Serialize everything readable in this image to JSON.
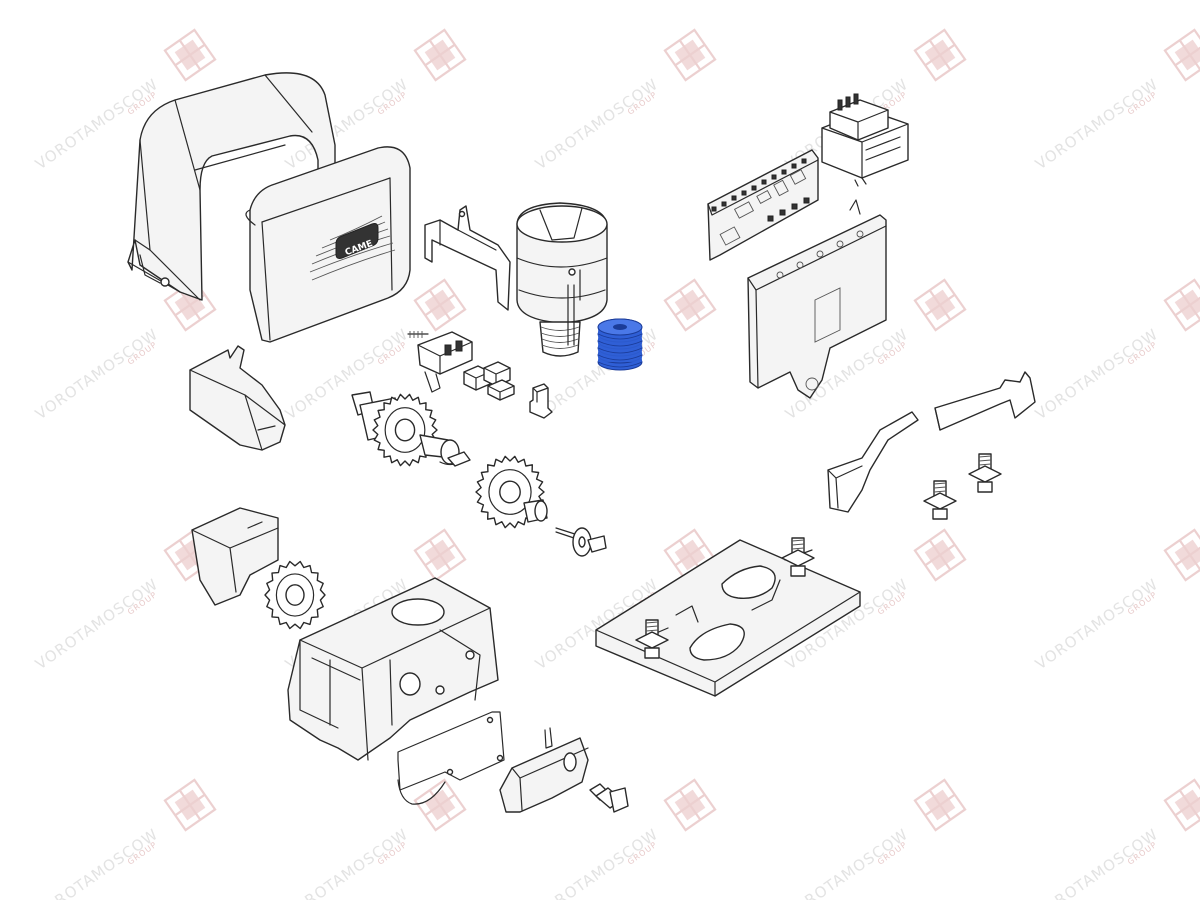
{
  "watermark": {
    "text": "VOROTAMOSCOW",
    "sub": "GROUP",
    "color": "#e3e3e3",
    "logo_color": "#ecd0d0"
  },
  "cover_logo": "CAME",
  "colors": {
    "line": "#2a2a2a",
    "highlight": "#2f5fd6",
    "background": "#ffffff"
  },
  "highlighted_part": "blue-gear-spacer-stack",
  "parts": [
    "top-cover",
    "front-cover",
    "rear-bracket",
    "motor-housing-bracket",
    "electric-motor",
    "blue-spacer-stack",
    "terminal-connector",
    "connector-blocks",
    "small-connector",
    "worm-shaft-gear",
    "secondary-gear",
    "shaft-pin",
    "control-board",
    "transformer",
    "board-mounting-plate",
    "limit-switch-spring-left",
    "limit-switch-spring-right",
    "limit-switch-bolts",
    "gear-cover",
    "output-pinion",
    "gearbox-housing",
    "housing-gasket",
    "release-cover",
    "release-key",
    "foundation-plate"
  ]
}
